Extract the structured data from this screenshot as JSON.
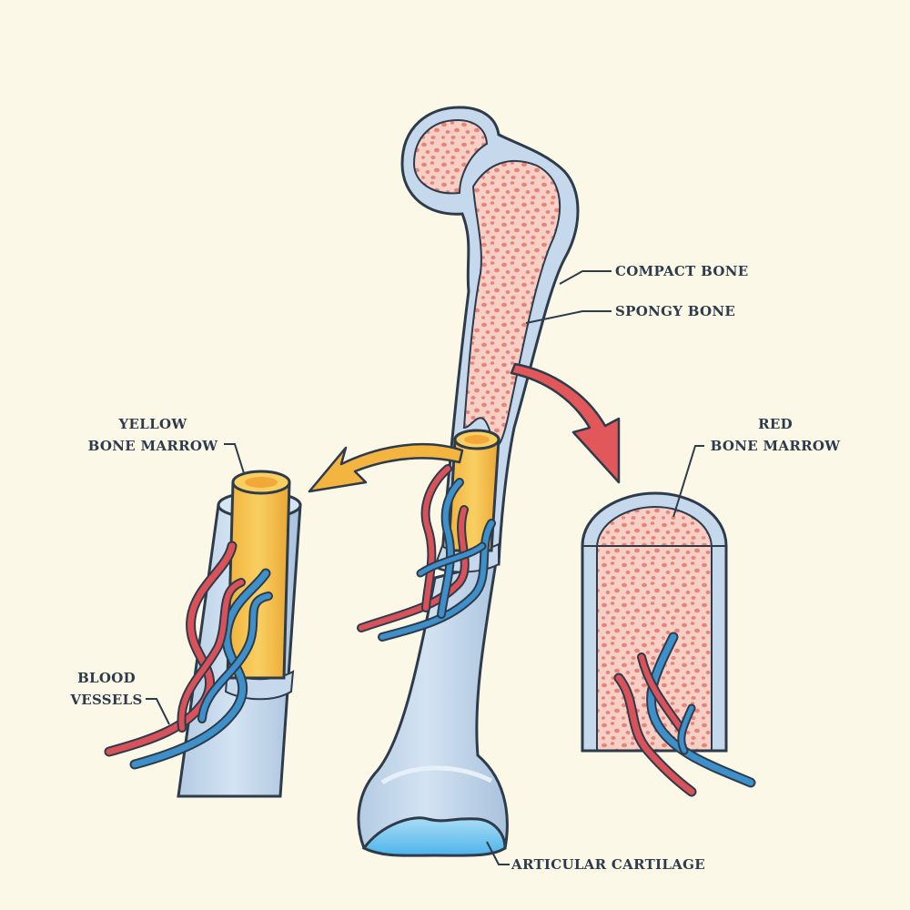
{
  "labels": {
    "compact_bone": "COMPACT BONE",
    "spongy_bone": "SPONGY BONE",
    "yellow_marrow": [
      "YELLOW",
      "BONE MARROW"
    ],
    "red_marrow": [
      "RED",
      "BONE MARROW"
    ],
    "blood_vessels": [
      "BLOOD",
      "VESSELS"
    ],
    "articular_cartilage": "ARTICULAR CARTILAGE"
  },
  "colors": {
    "background": "#fbf8e8",
    "compact_bone": "#c6d9ec",
    "outline": "#2e3b4a",
    "spongy_bone": "#f7cfc4",
    "spongy_dots": "#e8837a",
    "yellow_marrow": "#f6c24e",
    "artery": "#d9525a",
    "vein": "#3d90c9",
    "cartilage": "#7cc8ef",
    "arrow_yellow": "#f3b53f",
    "arrow_red": "#e2575a"
  }
}
